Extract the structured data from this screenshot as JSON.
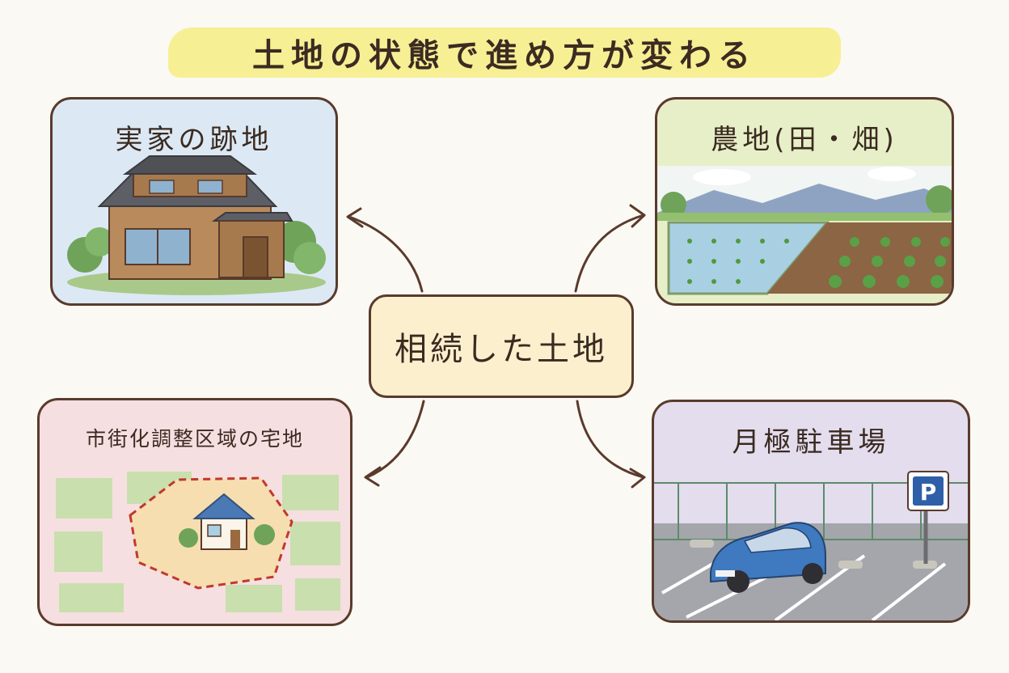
{
  "title": "土地の状態で進め方が変わる",
  "center": {
    "label": "相続した土地"
  },
  "cards": {
    "home": {
      "label": "実家の跡地"
    },
    "farm": {
      "label": "農地(田・畑)"
    },
    "zone": {
      "label": "市街化調整区域の宅地"
    },
    "parking": {
      "label": "月極駐車場"
    }
  },
  "parking_sign": "P",
  "colors": {
    "outline": "#5a3a2c",
    "title_highlight": "#f6ee8c",
    "center_fill": "#fbefce",
    "home_bg": "#dce9f4",
    "farm_bg": "#e7efc8",
    "zone_bg": "#f6dfe0",
    "parking_bg": "#e3ddee",
    "zone_boundary": "#c0392b",
    "car": "#3f79c0",
    "parking_sign": "#2f5fa8"
  }
}
